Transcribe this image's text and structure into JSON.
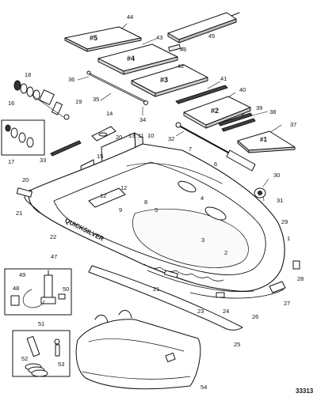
{
  "diagram": {
    "drawing_number": "33313",
    "brand_on_tube": "QUICKSILVER",
    "floor_board_labels": [
      "#5",
      "#4",
      "#3",
      "#2",
      "#1"
    ],
    "callouts": {
      "c1": "1",
      "c2": "2",
      "c3": "3",
      "c4": "4",
      "c5": "5",
      "c6": "6",
      "c7": "7",
      "c8": "8",
      "c9": "9",
      "c10": "10",
      "c11": "11",
      "c12a": "12",
      "c12b": "12",
      "c13": "13",
      "c14": "14",
      "c15": "15",
      "c16": "16",
      "c17": "17",
      "c18": "18",
      "c19": "19",
      "c20a": "20",
      "c20b": "20",
      "c21a": "21",
      "c21b": "21",
      "c22": "22",
      "c23": "23",
      "c24": "24",
      "c25": "25",
      "c26": "26",
      "c27": "27",
      "c28": "28",
      "c29": "29",
      "c30": "30",
      "c31": "31",
      "c32": "32",
      "c33": "33",
      "c34": "34",
      "c35": "35",
      "c36": "36",
      "c37": "37",
      "c38": "38",
      "c39": "39",
      "c40": "40",
      "c41": "41",
      "c42": "42",
      "c43": "43",
      "c44": "44",
      "c45": "45",
      "c46": "46",
      "c47": "47",
      "c48": "48",
      "c49": "49",
      "c50": "50",
      "c51": "51",
      "c52": "52",
      "c53": "53",
      "c54": "54"
    }
  }
}
